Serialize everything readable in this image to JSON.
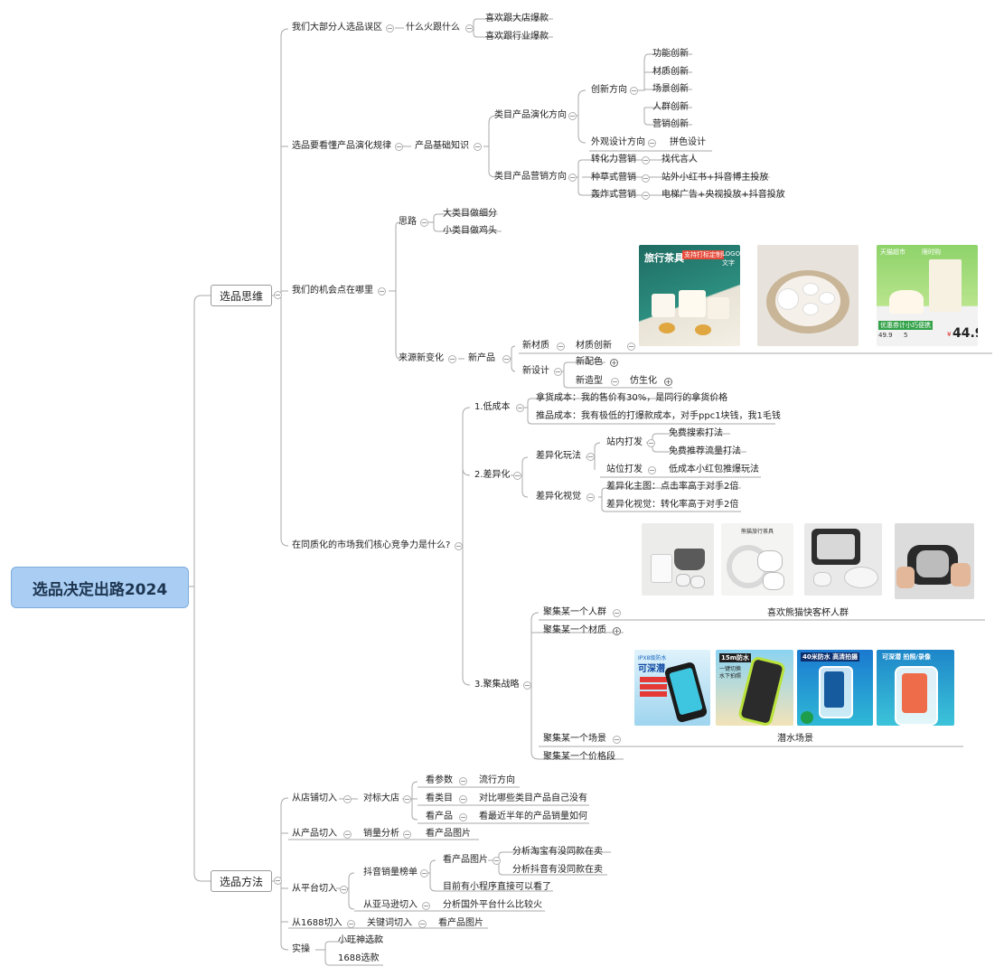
{
  "root": "选品决定出路2024",
  "branches": {
    "thinking": "选品思维",
    "method": "选品方法"
  },
  "thinking": {
    "misconception": {
      "label": "我们大部分人选品误区",
      "q": "什么火跟什么",
      "items": [
        "喜欢跟大店爆款",
        "喜欢跟行业爆款"
      ]
    },
    "evolution": {
      "label": "选品要看懂产品演化规律",
      "basic": "产品基础知识",
      "cat_evo": "类目产品演化方向",
      "innov_dir": "创新方向",
      "innov": [
        "功能创新",
        "材质创新",
        "场景创新",
        "人群创新",
        "营销创新"
      ],
      "design_dir": "外观设计方向",
      "design_item": "拼色设计",
      "cat_mkt": "类目产品营销方向",
      "mkt": [
        {
          "k": "转化力营销",
          "v": "找代言人"
        },
        {
          "k": "种草式营销",
          "v": "站外小红书+抖音博主投放"
        },
        {
          "k": "轰炸式营销",
          "v": "电梯广告+央视投放+抖音投放"
        }
      ]
    },
    "opportunity": {
      "label": "我们的机会点在哪里",
      "idea": "思路",
      "idea_items": [
        "大类目做细分",
        "小类目做鸡头"
      ],
      "source": "来源新变化",
      "new_product": "新产品",
      "new_material": "新材质",
      "material_innov": "材质创新",
      "new_design": "新设计",
      "new_color": "新配色",
      "new_shape": "新造型",
      "bionic": "仿生化"
    },
    "competition": {
      "label": "在同质化的市场我们核心竞争力是什么?",
      "low_cost": "1.低成本",
      "low_cost_items": [
        "拿货成本：我的售价有30%，是同行的拿货价格",
        "推品成本：我有极低的打爆款成本，对手ppc1块钱，我1毛钱"
      ],
      "diff": "2.差异化",
      "diff_play": "差异化玩法",
      "onsite": "站内打发",
      "onsite_items": [
        "免费搜索打法",
        "免费推荐流量打法"
      ],
      "offsite": "站位打发",
      "offsite_item": "低成本小红包推爆玩法",
      "diff_visual": "差异化视觉",
      "diff_visual_items": [
        "差异化主图：点击率高于对手2倍",
        "差异化视觉：转化率高于对手2倍"
      ],
      "focus": "3.聚集战略",
      "focus_items": [
        "聚集某一个人群",
        "聚集某一个材质",
        "聚集某一个场景",
        "聚集某一个价格段"
      ],
      "crowd_note": "喜欢熊猫快客杯人群",
      "scene_note": "潜水场景"
    }
  },
  "method": {
    "store": "从店铺切入",
    "benchmark": "对标大店",
    "bm_items": [
      {
        "k": "看参数",
        "v": "流行方向"
      },
      {
        "k": "看类目",
        "v": "对比哪些类目产品自己没有"
      },
      {
        "k": "看产品",
        "v": "看最近半年的产品销量如何"
      }
    ],
    "product": "从产品切入",
    "sales": "销量分析",
    "look_img": "看产品图片",
    "platform": "从平台切入",
    "douyin_rank": "抖音销量榜单",
    "look_img2": "看产品图片",
    "analyze": [
      "分析淘宝有没同款在卖",
      "分析抖音有没同款在卖"
    ],
    "mini": "目前有小程序直接可以看了",
    "amazon": "从亚马逊切入",
    "amazon_v": "分析国外平台什么比较火",
    "s1688": "从1688切入",
    "keyword": "关键词切入",
    "look_img3": "看产品图片",
    "practice": "实操",
    "practice_items": [
      "小旺神选款",
      "1688选款"
    ]
  },
  "images": {
    "tea1": [
      "旅行茶具",
      "支持打标定制",
      "LOGO",
      "文字"
    ],
    "tea3": [
      "天猫超市",
      "限时购",
      "优惠券计小巧便携",
      "44.9",
      "¥",
      "49.9",
      "5"
    ],
    "tea_panda": "熊猫旅行茶具",
    "case1": [
      "IPX8级防水",
      "可深潜"
    ],
    "case2": [
      "15m防水",
      "一键切换",
      "水下拍照"
    ],
    "case3": "40米防水 高清拍摄",
    "case4": "可深潜 拍照/录像"
  },
  "colors": {
    "root_bg": "#a9cdf3",
    "line": "#9a9a9a"
  }
}
